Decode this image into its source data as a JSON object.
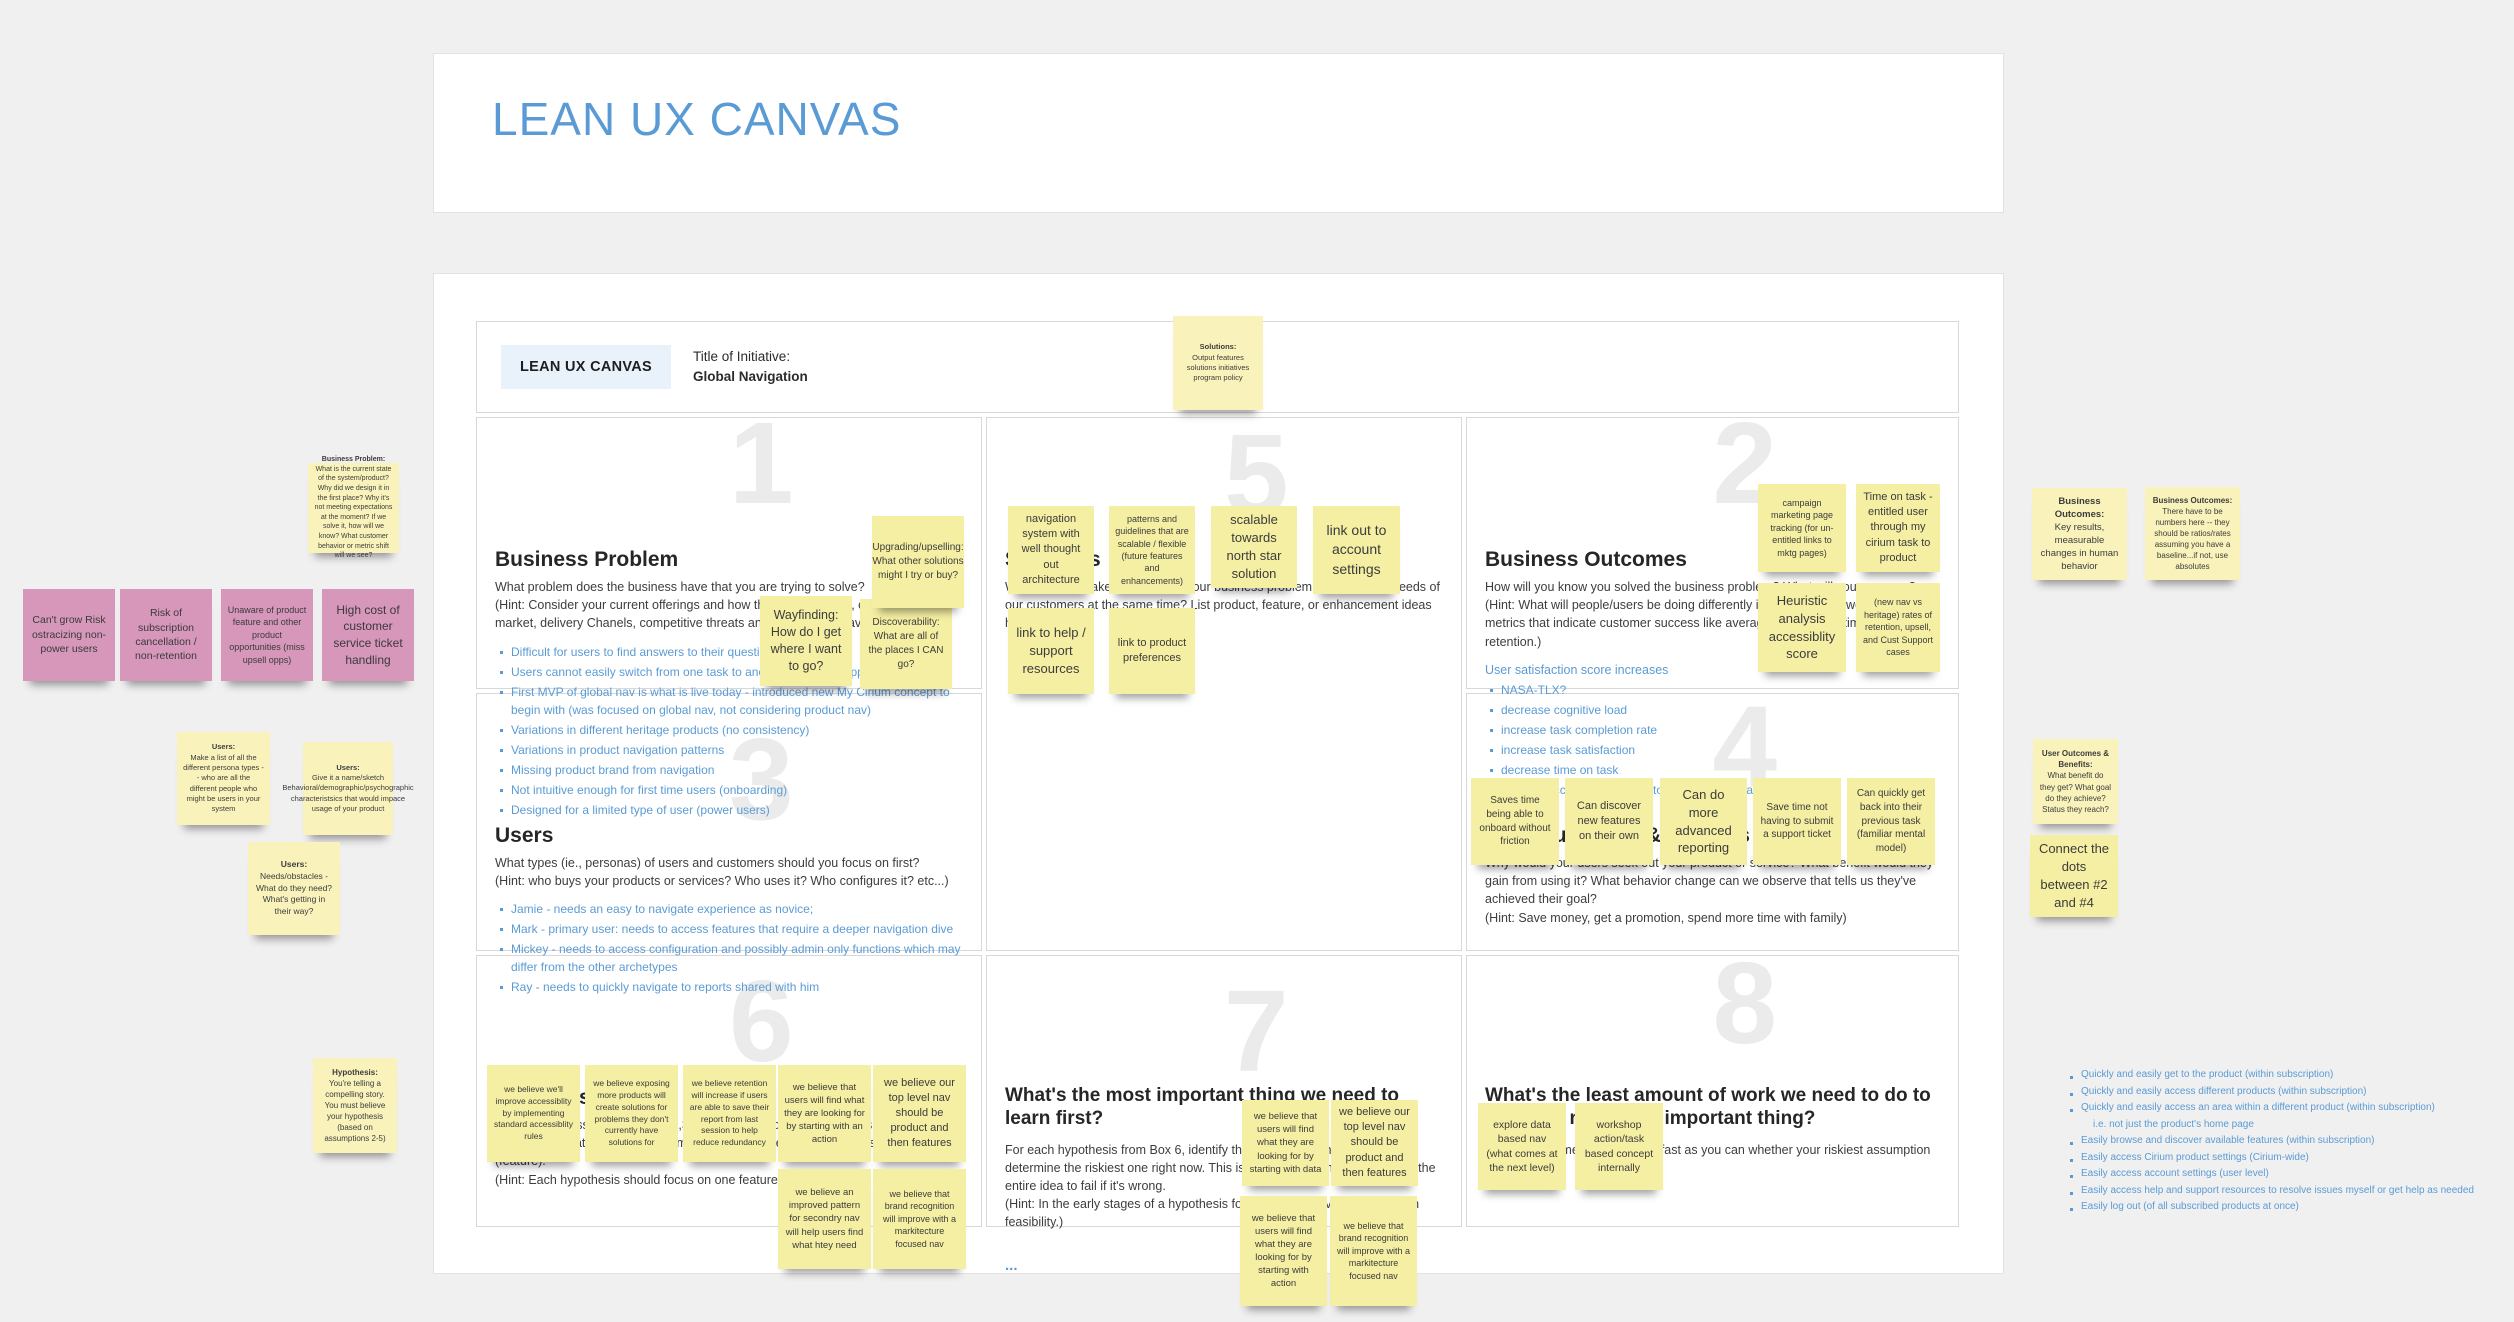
{
  "page_title": "LEAN UX CANVAS",
  "canvas_header": {
    "badge": "LEAN UX CANVAS",
    "title_label": "Title of Initiative:",
    "title_value": "Global Navigation"
  },
  "colors": {
    "accent_blue": "#5b9bd5",
    "sticky_yellow": "#f5efa3",
    "sticky_pink": "#d697bb"
  },
  "boxes": {
    "business_problem": {
      "number": "1",
      "heading": "Business Problem",
      "desc": "What problem does the business have that you are trying to solve?",
      "hint": "(Hint: Consider your current offerings and how they deliver value, changes in the market, delivery Chanels, competitive threats and customer behavior.)",
      "bullets": [
        "Difficult for users to find answers to their questions",
        "Users cannot easily switch from one task to another within our application",
        "First MVP of global nav is what is live today - introduced new My Cirium concept to begin with (was focused on global nav, not considering product nav)",
        "Variations in different heritage products (no consistency)",
        "Variations in product navigation patterns",
        "Missing product brand from navigation",
        "Not intuitive enough for first time users (onboarding)",
        "Designed for a limited type of user (power users)"
      ]
    },
    "solutions": {
      "number": "5",
      "heading": "Solutions",
      "desc": "What can we make that will solve our business problem and meet the needs of our customers at the same time? List product, feature, or enhancement ideas here."
    },
    "business_outcomes": {
      "number": "2",
      "heading": "Business Outcomes",
      "desc": "How will you know you solved the business problem? What will you measure?",
      "hint": "(Hint: What will people/users be doing differently if your solutions work? Consider metrics that indicate customer success like average order value, time on site, and retention.)",
      "intro": "User satisfaction score increases",
      "bullets": [
        "NASA-TLX?",
        "decrease cognitive load",
        "increase task completion rate",
        "increase task satisfaction",
        "decrease time on task",
        "improve accessibility scores to meet our standard"
      ]
    },
    "users": {
      "number": "3",
      "heading": "Users",
      "desc": "What types (ie., personas) of users and customers should you focus on first?",
      "hint": "(Hint: who buys your products or services? Who uses it? Who configures it? etc...)",
      "bullets": [
        "Jamie - needs an easy to navigate experience as novice;",
        "Mark - primary user: needs to access features that require a deeper navigation dive",
        "Mickey - needs to access configuration and possibly admin only functions which may differ from the other archetypes",
        "Ray - needs to quickly navigate to reports shared with him"
      ]
    },
    "user_outcomes": {
      "number": "4",
      "heading": "User Outcomes & Benefits",
      "desc": "Why would your users seek out your product or service? What benefit would they gain from using it? What behavior change can we observe that tells us they've achieved their goal?",
      "hint": "(Hint: Save money, get a promotion, spend more time with family)"
    },
    "hypothesis": {
      "number": "6",
      "heading": "Hypothesis",
      "desc": "Combine the assumptions from 2,3,4 & 5 into the following hypothesis statement:\n\"We believe that (business outcome) will be achieved if (user) attains (benefit) with (feature).\"",
      "hint": "(Hint: Each hypothesis should focus on one feature only.)"
    },
    "learn_first": {
      "number": "7",
      "heading": "What's the most important thing we need to learn first?",
      "desc": "For each hypothesis from Box 6, identify the riskiest assumptions. Then determine the riskiest one right now. This is the assumption that will cause the entire idea to fail if it's wrong.",
      "hint": "(Hint: In the early stages of a hypothesis focus on risks to value rather than feasibility.)",
      "ellipsis": "..."
    },
    "least_work": {
      "number": "8",
      "heading": "What's the least amount of work we need to do to learn the next most important thing?",
      "desc": "Design experiments to learn as fast as you can whether your riskiest assumption is true or false."
    }
  },
  "sticky_notes": {
    "header_helper": {
      "title": "Solutions:",
      "body": "Output features solutions initiatives program policy"
    },
    "left_helpers": {
      "business_problem": {
        "title": "Business Problem:",
        "body": "What is the current state of the system/product? Why did we design it in the first place? Why it's not meeting expectations at the moment? If we solve it, how will we know? What customer behavior or metric shift will we see?"
      },
      "users_personas": {
        "title": "Users:",
        "body": "Make a list of all the different persona types -- who are all the different people who might be users in your system"
      },
      "users_sketch": {
        "title": "Users:",
        "body": "Give it a name/sketch Behavioral/demographic/psychographic characteristsics that would impace usage of your product"
      },
      "users_needs": {
        "title": "Users:",
        "body": "Needs/obstacles - What do they need? What's getting in their way?"
      },
      "hypothesis": {
        "title": "Hypothesis:",
        "body": "You're telling a compelling story. You must believe your hypothesis (based on assumptions 2-5)"
      }
    },
    "pink_risks": [
      "Can't grow Risk ostracizing non-power users",
      "Risk of subscription cancellation / non-retention",
      "Unaware of product feature and other product opportunities (miss upsell opps)",
      "High cost of customer service ticket handling"
    ],
    "business_problem_overlays": [
      "Upgrading/upselling: What other solutions might I try or buy?",
      "Wayfinding: How do I get where I want to go?",
      "Discoverability: What are all of the places I CAN go?"
    ],
    "solutions_ideas": [
      "navigation system with well thought out architecture",
      "patterns and guidelines that are scalable / flexible (future features and enhancements)",
      "scalable towards north star solution",
      "link out to account settings",
      "link to help / support resources",
      "link to product preferences"
    ],
    "business_outcomes_ideas": [
      "campaign marketing page tracking (for un-entitled links to mktg pages)",
      "Time on task - entitled user through my cirium task to product",
      "Heuristic analysis accessiblity score",
      "(new nav vs heritage) rates of retention, upsell, and Cust Support cases"
    ],
    "user_outcomes_ideas": [
      "Saves time being able to onboard without friction",
      "Can discover new features on their own",
      "Can do more advanced reporting",
      "Save time not having to submit a support ticket",
      "Can quickly get back into their previous task (familiar mental model)"
    ],
    "hypothesis_ideas": [
      "we believe we'll improve accessiblity by implementing standard accessiblity rules",
      "we believe exposing more products will create solutions for problems they don't currently have solutions for",
      "we believe retention will increase if users are able to save their report from last session to help reduce redundancy",
      "we believe that users will find what they are looking for by starting with an action",
      "we believe our top level nav should be product and then features",
      "we believe an improved pattern for secondry nav will help users find what htey need",
      "we believe that brand recognition will improve with a markitecture focused nav"
    ],
    "learn_first_ideas": [
      "we believe that users will find what they are looking for by starting with data",
      "we believe our top level nav should be product and then features",
      "we believe that users will find what they are looking for by starting with action",
      "we believe that brand recognition will improve with a markitecture focused nav"
    ],
    "least_work_ideas": [
      "explore data based nav (what comes at the next level)",
      "workshop action/task based concept internally"
    ],
    "right_helpers": {
      "bo_key_results": {
        "title": "Business Outcomes:",
        "body": "Key results, measurable changes in human behavior"
      },
      "bo_numbers": {
        "title": "Business Outcomes:",
        "body": "There have to be numbers here -- they should be ratios/rates assuming you have a baseline...if not, use absolutes"
      },
      "uo_benefit": {
        "title": "User Outcomes & Benefits:",
        "body": "What benefit do they get? What goal do they achieve? Status they reach?"
      },
      "connect_dots": {
        "text": "Connect the dots between #2 and #4"
      }
    }
  },
  "right_list": {
    "items": [
      "Quickly and easily get to the product (within subscription)",
      "Quickly and easily access different products (within subscription)",
      "Quickly and easily access an area within a different product (within subscription)",
      "i.e. not just the product's home page",
      "Easily browse and discover available features (within subscription)",
      "Easily access Cirium product settings (Cirium-wide)",
      "Easily access account settings (user level)",
      "Easily access help and support resources to resolve issues myself or get help as needed",
      "Easily log out (of all subscribed products at once)"
    ]
  }
}
